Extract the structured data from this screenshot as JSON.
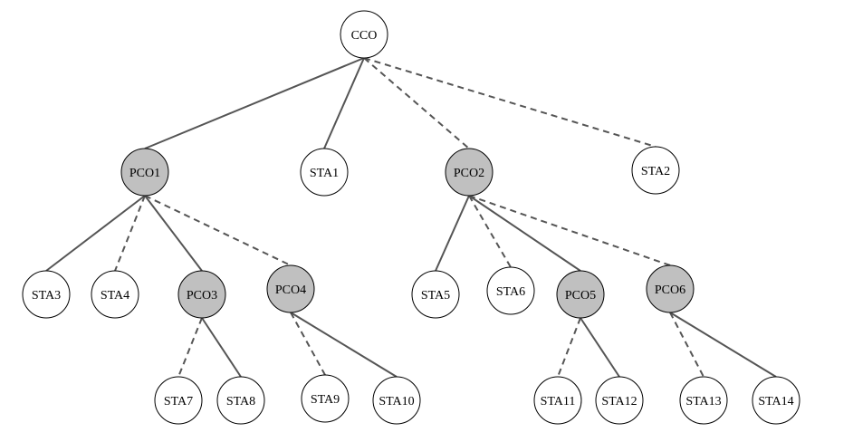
{
  "diagram": {
    "colors": {
      "coordinator_fill": "#c0c0c0",
      "station_fill": "#ffffff",
      "stroke": "#000000",
      "edge": "#555555"
    },
    "nodes": [
      {
        "id": "CCO",
        "label": "CCO",
        "kind": "station"
      },
      {
        "id": "PCO1",
        "label": "PCO1",
        "kind": "coordinator"
      },
      {
        "id": "STA1",
        "label": "STA1",
        "kind": "station"
      },
      {
        "id": "PCO2",
        "label": "PCO2",
        "kind": "coordinator"
      },
      {
        "id": "STA2",
        "label": "STA2",
        "kind": "station"
      },
      {
        "id": "STA3",
        "label": "STA3",
        "kind": "station"
      },
      {
        "id": "STA4",
        "label": "STA4",
        "kind": "station"
      },
      {
        "id": "PCO3",
        "label": "PCO3",
        "kind": "coordinator"
      },
      {
        "id": "PCO4",
        "label": "PCO4",
        "kind": "coordinator"
      },
      {
        "id": "STA5",
        "label": "STA5",
        "kind": "station"
      },
      {
        "id": "STA6",
        "label": "STA6",
        "kind": "station"
      },
      {
        "id": "PCO5",
        "label": "PCO5",
        "kind": "coordinator"
      },
      {
        "id": "PCO6",
        "label": "PCO6",
        "kind": "coordinator"
      },
      {
        "id": "STA7",
        "label": "STA7",
        "kind": "station"
      },
      {
        "id": "STA8",
        "label": "STA8",
        "kind": "station"
      },
      {
        "id": "STA9",
        "label": "STA9",
        "kind": "station"
      },
      {
        "id": "STA10",
        "label": "STA10",
        "kind": "station"
      },
      {
        "id": "STA11",
        "label": "STA11",
        "kind": "station"
      },
      {
        "id": "STA12",
        "label": "STA12",
        "kind": "station"
      },
      {
        "id": "STA13",
        "label": "STA13",
        "kind": "station"
      },
      {
        "id": "STA14",
        "label": "STA14",
        "kind": "station"
      }
    ],
    "edges": [
      {
        "from": "CCO",
        "to": "PCO1",
        "style": "solid"
      },
      {
        "from": "CCO",
        "to": "STA1",
        "style": "solid"
      },
      {
        "from": "CCO",
        "to": "PCO2",
        "style": "dashed"
      },
      {
        "from": "CCO",
        "to": "STA2",
        "style": "dashed"
      },
      {
        "from": "PCO1",
        "to": "STA3",
        "style": "solid"
      },
      {
        "from": "PCO1",
        "to": "STA4",
        "style": "dashed"
      },
      {
        "from": "PCO1",
        "to": "PCO3",
        "style": "solid"
      },
      {
        "from": "PCO1",
        "to": "PCO4",
        "style": "dashed"
      },
      {
        "from": "PCO2",
        "to": "STA5",
        "style": "solid"
      },
      {
        "from": "PCO2",
        "to": "STA6",
        "style": "dashed"
      },
      {
        "from": "PCO2",
        "to": "PCO5",
        "style": "solid"
      },
      {
        "from": "PCO2",
        "to": "PCO6",
        "style": "dashed"
      },
      {
        "from": "PCO3",
        "to": "STA7",
        "style": "dashed"
      },
      {
        "from": "PCO3",
        "to": "STA8",
        "style": "solid"
      },
      {
        "from": "PCO4",
        "to": "STA9",
        "style": "dashed"
      },
      {
        "from": "PCO4",
        "to": "STA10",
        "style": "solid"
      },
      {
        "from": "PCO5",
        "to": "STA11",
        "style": "dashed"
      },
      {
        "from": "PCO5",
        "to": "STA12",
        "style": "solid"
      },
      {
        "from": "PCO6",
        "to": "STA13",
        "style": "dashed"
      },
      {
        "from": "PCO6",
        "to": "STA14",
        "style": "solid"
      }
    ]
  }
}
